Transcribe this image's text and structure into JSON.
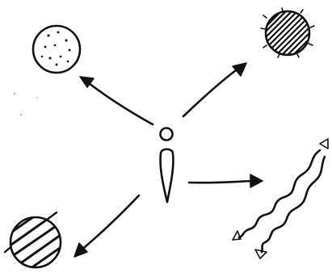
{
  "ink_color": "#111111",
  "background_color": "#ffffff",
  "elements": [
    {
      "name": "person",
      "icon": "stick-figure"
    },
    {
      "name": "planet-dotted",
      "icon": "dotted-circle"
    },
    {
      "name": "planet-dark",
      "icon": "hatched-circle"
    },
    {
      "name": "planet-striped",
      "icon": "striped-circle"
    },
    {
      "name": "river-path",
      "icon": "wavy-path"
    }
  ]
}
